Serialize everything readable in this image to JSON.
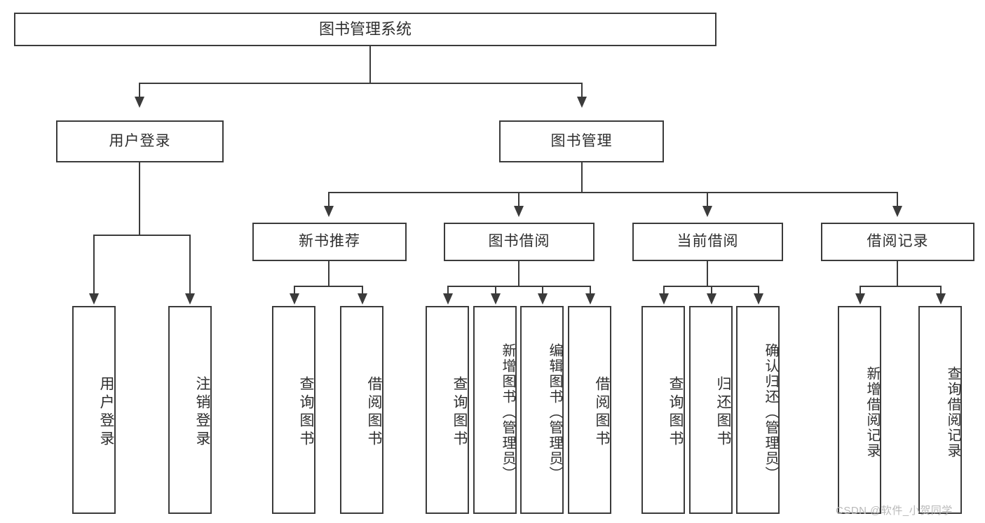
{
  "diagram": {
    "type": "tree-hierarchy",
    "title": "图书管理系统",
    "watermark": "CSDN @软件_小贺同学",
    "accent_color": "#3b3b3b",
    "text_color": "#2f2f2f",
    "background": "#ffffff"
  },
  "root": {
    "label": "图书管理系统"
  },
  "level1": [
    {
      "id": "user-login",
      "label": "用户登录"
    },
    {
      "id": "book-manage",
      "label": "图书管理"
    }
  ],
  "level2": [
    {
      "id": "new-book-recommend",
      "label": "新书推荐",
      "parent": "book-manage"
    },
    {
      "id": "book-borrow",
      "label": "图书借阅",
      "parent": "book-manage"
    },
    {
      "id": "current-borrow",
      "label": "当前借阅",
      "parent": "book-manage"
    },
    {
      "id": "borrow-record",
      "label": "借阅记录",
      "parent": "book-manage"
    }
  ],
  "leaves": {
    "user_login": [
      {
        "id": "leaf-user-login",
        "label": "用户登录"
      },
      {
        "id": "leaf-user-logout",
        "label": "注销登录"
      }
    ],
    "new_book_recommend": [
      {
        "id": "leaf-query-book-1",
        "label": "查询图书"
      },
      {
        "id": "leaf-borrow-book-1",
        "label": "借阅图书"
      }
    ],
    "book_borrow": [
      {
        "id": "leaf-query-book-2",
        "label": "查询图书"
      },
      {
        "id": "leaf-add-book",
        "label": "新增图书（管理员）"
      },
      {
        "id": "leaf-edit-book",
        "label": "编辑图书（管理员）"
      },
      {
        "id": "leaf-borrow-book-2",
        "label": "借阅图书"
      }
    ],
    "current_borrow": [
      {
        "id": "leaf-query-book-3",
        "label": "查询图书"
      },
      {
        "id": "leaf-return-book",
        "label": "归还图书"
      },
      {
        "id": "leaf-confirm-return",
        "label": "确认归还（管理员）"
      }
    ],
    "borrow_record": [
      {
        "id": "leaf-add-record",
        "label": "新增借阅记录"
      },
      {
        "id": "leaf-query-record",
        "label": "查询借阅记录"
      }
    ]
  }
}
